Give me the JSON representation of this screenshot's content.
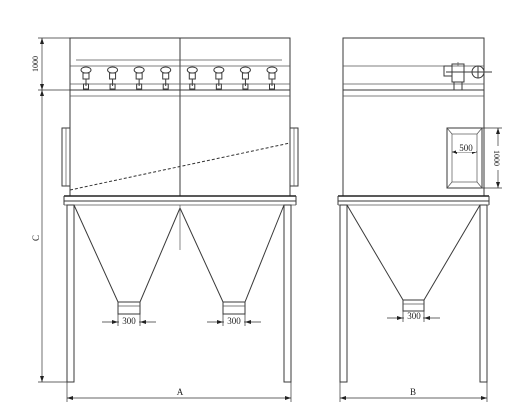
{
  "front_view": {
    "dim_top_height": "1000",
    "dim_total_height": "C",
    "dim_width": "A",
    "outlet_left": "300",
    "outlet_right": "300",
    "valve_count": 8
  },
  "side_view": {
    "dim_width": "B",
    "door_width": "500",
    "door_height": "1000",
    "outlet": "300"
  }
}
